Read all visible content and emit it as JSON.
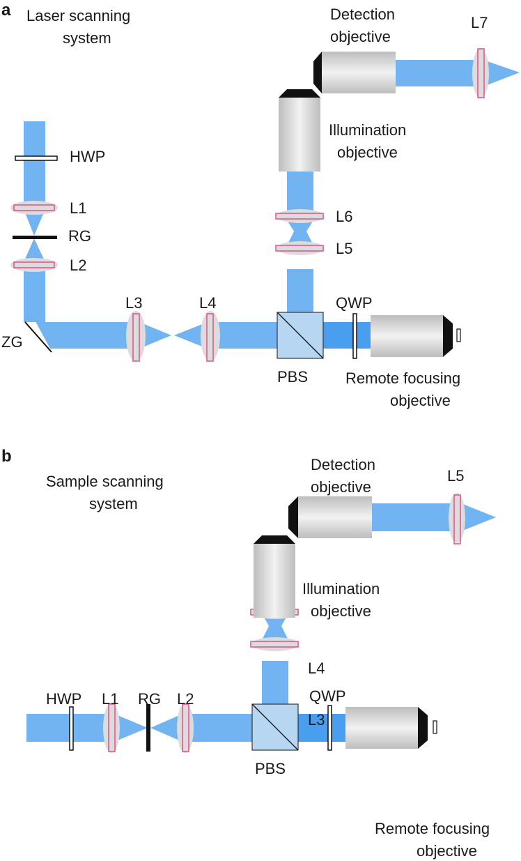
{
  "colors": {
    "beam": "#72b3f2",
    "beam_dark": "#4a9ef0",
    "lens_fill": "#dcdcdc",
    "lens_mark": "#e0508c",
    "objective_body": "#d6d6d6",
    "objective_tip": "#111111",
    "cube": "#9fc8ee"
  },
  "panel_a": {
    "letter": "a",
    "title_line1": "Laser scanning",
    "title_line2": "system",
    "labels": {
      "hwp": "HWP",
      "l1": "L1",
      "rg": "RG",
      "l2": "L2",
      "zg": "ZG",
      "l3": "L3",
      "l4": "L4",
      "pbs": "PBS",
      "qwp": "QWP",
      "l5": "L5",
      "l6": "L6",
      "l7": "L7",
      "illum1": "Illumination",
      "illum2": "objective",
      "det1": "Detection",
      "det2": "objective",
      "rf1": "Remote focusing",
      "rf2": "objective"
    }
  },
  "panel_b": {
    "letter": "b",
    "title_line1": "Sample scanning",
    "title_line2": "system",
    "labels": {
      "hwp": "HWP",
      "l1": "L1",
      "rg": "RG",
      "l2": "L2",
      "pbs": "PBS",
      "qwp": "QWP",
      "l3": "L3",
      "l4": "L4",
      "l5": "L5",
      "illum1": "Illumination",
      "illum2": "objective",
      "det1": "Detection",
      "det2": "objective",
      "rf1": "Remote focusing",
      "rf2": "objective"
    }
  }
}
